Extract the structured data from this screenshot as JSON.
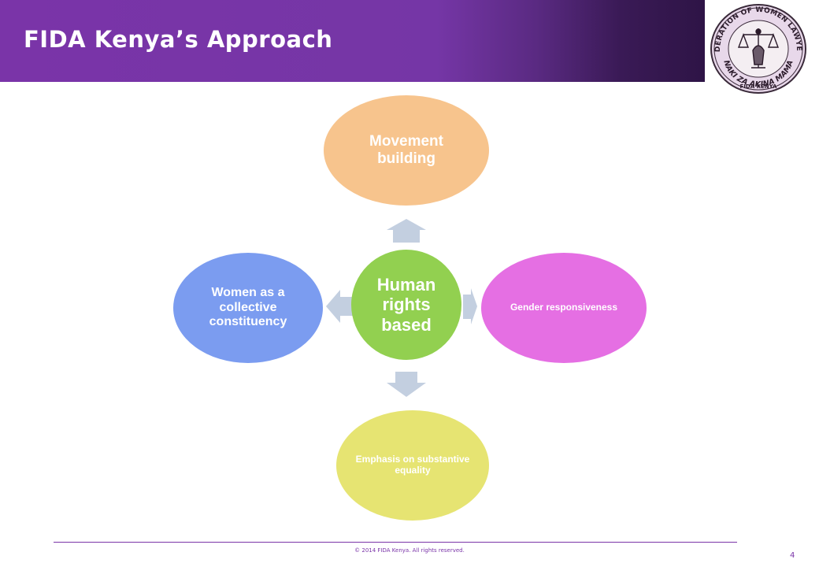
{
  "slide": {
    "title": "FIDA Kenya’s Approach",
    "footer": "© 2014 FIDA Kenya. All rights reserved.",
    "page_number": "4"
  },
  "logo": {
    "top_text": "FEDERATION OF WOMEN LAWYERS",
    "bottom_text": "NAKI ZA AKINA MAMA",
    "sub_text": "FIDA KENYA"
  },
  "diagram": {
    "center": {
      "label": "Human rights based",
      "color": "#92d050"
    },
    "nodes": {
      "top": {
        "label": "Movement building",
        "color": "#f7c48d"
      },
      "right": {
        "label": "Gender responsiveness",
        "color": "#e56fe3"
      },
      "bottom": {
        "label": "Emphasis on substantive equality",
        "color": "#e6e472"
      },
      "left": {
        "label": "Women as a collective constituency",
        "color": "#7b9cf0"
      }
    },
    "arrow_color": "#c3cfe0"
  },
  "colors": {
    "brand": "#7a34a8"
  }
}
